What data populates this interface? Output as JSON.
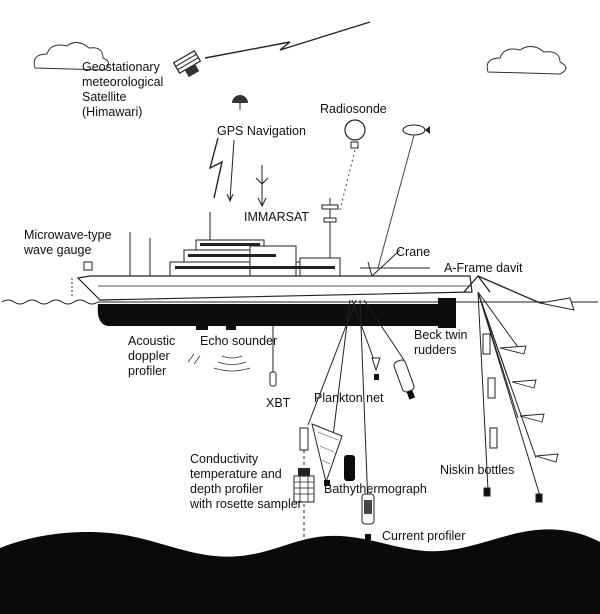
{
  "labels": {
    "satellite": [
      "Geostationary",
      "meteorological",
      "Satellite",
      "(Himawari)"
    ],
    "gps": "GPS Navigation",
    "radiosonde": "Radiosonde",
    "immarsat": "IMMARSAT",
    "microwave": [
      "Microwave-type",
      "wave gauge"
    ],
    "crane": "Crane",
    "aframe": "A-Frame davit",
    "adcp": [
      "Acoustic",
      "doppler",
      "profiler"
    ],
    "echo": "Echo sounder",
    "beck": [
      "Beck twin",
      "rudders"
    ],
    "xbt": "XBT",
    "plankton": "Plankton net",
    "ctd": [
      "Conductivity",
      "temperature and",
      "depth profiler",
      "with rosette sampler"
    ],
    "bathy": "Bathythermograph",
    "niskin": "Niskin bottles",
    "current": "Current profiler"
  }
}
